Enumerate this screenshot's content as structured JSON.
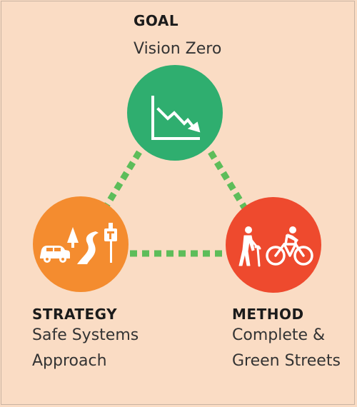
{
  "colors": {
    "background": "#fadcc4",
    "goal_circle": "#2fae6f",
    "strategy_circle": "#f48c2f",
    "method_circle": "#ee4a2e",
    "connector": "#5dbd5a",
    "icon": "#ffffff"
  },
  "goal": {
    "heading": "GOAL",
    "line1": "Vision Zero",
    "icon": "declining-chart-icon"
  },
  "strategy": {
    "heading": "STRATEGY",
    "line1": "Safe Systems",
    "line2": "Approach",
    "icon": "road-car-tree-sign-icon"
  },
  "method": {
    "heading": "METHOD",
    "line1": "Complete &",
    "line2": "Green Streets",
    "icon": "pedestrian-cyclist-icon"
  }
}
